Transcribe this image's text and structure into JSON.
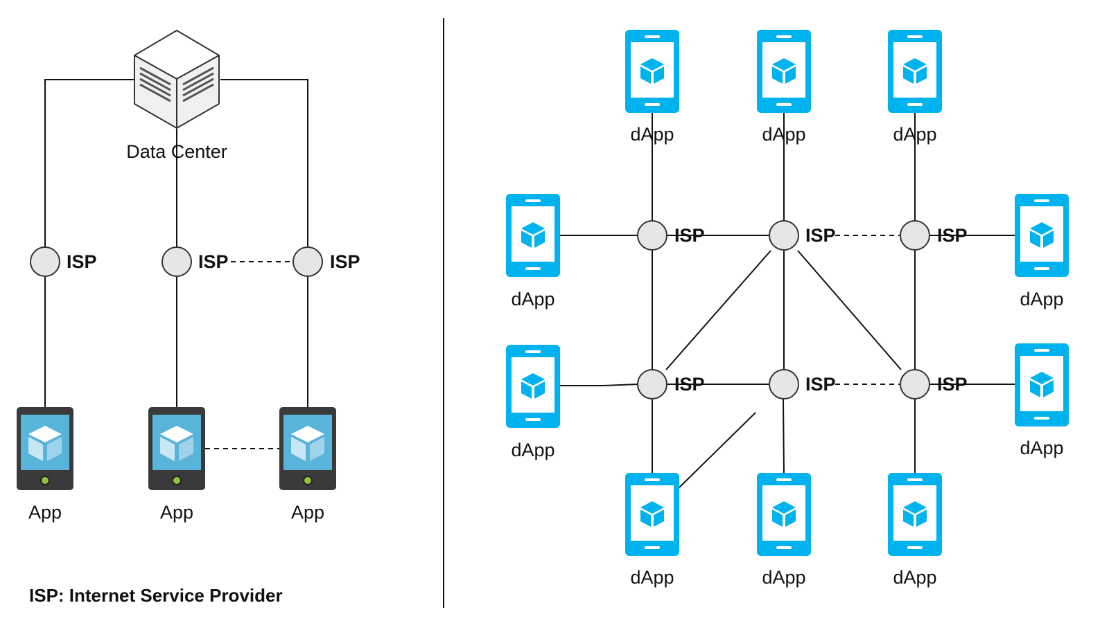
{
  "left": {
    "data_center_label": "Data Center",
    "isp_labels": [
      "ISP",
      "ISP",
      "ISP"
    ],
    "app_labels": [
      "App",
      "App",
      "App"
    ],
    "legend": "ISP: Internet Service Provider"
  },
  "right": {
    "top_dapp_labels": [
      "dApp",
      "dApp",
      "dApp"
    ],
    "bottom_dapp_labels": [
      "dApp",
      "dApp",
      "dApp"
    ],
    "left_dapp_labels": [
      "dApp",
      "dApp"
    ],
    "right_dapp_labels": [
      "dApp",
      "dApp"
    ],
    "isp_labels": [
      "ISP",
      "ISP",
      "ISP",
      "ISP",
      "ISP",
      "ISP"
    ]
  },
  "colors": {
    "line": "#111111",
    "node_fill": "#e6e6e6",
    "node_stroke": "#333333",
    "dapp_blue": "#00b2ee",
    "app_body": "#3a3a3a",
    "app_screen": "#59b4d9",
    "server_face": "#f0f0f0"
  },
  "icons": [
    "server-cube-icon",
    "smartphone-app-icon",
    "dapp-tablet-icon",
    "cube-icon"
  ]
}
